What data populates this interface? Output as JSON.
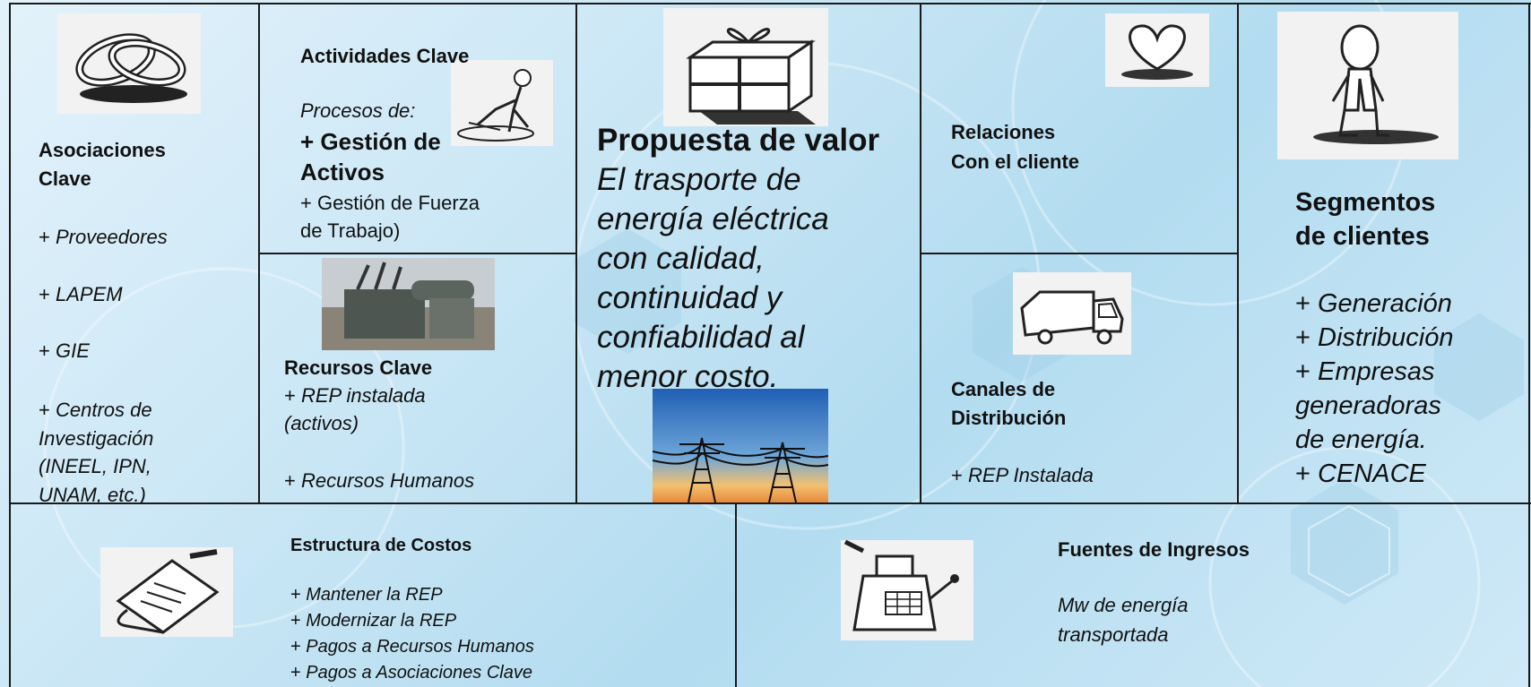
{
  "partners": {
    "title_l1": "Asociaciones",
    "title_l2": "Clave",
    "items": [
      "Proveedores",
      "LAPEM",
      "GIE"
    ],
    "last_item": [
      "Centros de",
      "Investigación",
      "(INEEL, IPN,",
      "UNAM, etc.)"
    ],
    "icon": "rings-icon"
  },
  "activities": {
    "title": "Actividades Clave",
    "subtitle": "Procesos de:",
    "item1_l1": "+ Gestión de",
    "item1_l2": "Activos",
    "item2_l1": "+ Gestión de Fuerza",
    "item2_l2": "de Trabajo)",
    "icon": "worker-icon"
  },
  "resources": {
    "title": "Recursos Clave",
    "item1_l1": "REP instalada",
    "item1_l2": "(activos)",
    "item2": "Recursos Humanos",
    "image": "transformer-photo"
  },
  "value": {
    "title": "Propuesta de valor",
    "lines": [
      "El trasporte de",
      "energía eléctrica",
      "con calidad,",
      "continuidad y",
      "confiabilidad  al",
      "menor costo."
    ],
    "icon": "gift-icon",
    "image": "power-towers-photo"
  },
  "relations": {
    "title_l1": "Relaciones",
    "title_l2": "Con el cliente",
    "icon": "heart-icon"
  },
  "channels": {
    "title_l1": "Canales de",
    "title_l2": "Distribución",
    "item": "REP Instalada",
    "icon": "truck-icon"
  },
  "segments": {
    "title_l1": "Segmentos",
    "title_l2": "de clientes",
    "items": [
      "Generación",
      "Distribución",
      "Empresas",
      "generadoras",
      "de energía.",
      "CENACE"
    ],
    "icon": "person-icon"
  },
  "costs": {
    "title": "Estructura de Costos",
    "items": [
      "Mantener  la REP",
      "Modernizar  la REP",
      "Pagos a Recursos Humanos",
      "Pagos a Asociaciones Clave"
    ],
    "icon": "receipt-icon"
  },
  "revenue": {
    "title": "Fuentes de Ingresos",
    "line1": "Mw de energía",
    "line2": "transportada",
    "icon": "cash-register-icon"
  },
  "plus": "+"
}
